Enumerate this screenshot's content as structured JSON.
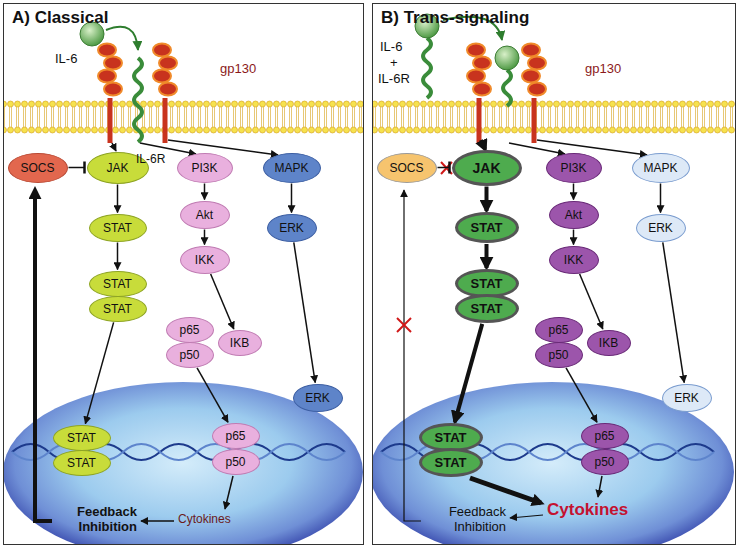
{
  "diagram": {
    "nodes": [
      {
        "text": [
          "A) Classical"
        ]
      },
      {
        "text": [
          "SOCS"
        ],
        "in": 0
      },
      {
        "text": [
          "JAK"
        ],
        "in": 0
      },
      {
        "text": [
          "STAT"
        ],
        "in": 0
      },
      {
        "text": [
          "STAT"
        ],
        "in": 0
      },
      {
        "text": [
          "STAT"
        ],
        "in": 0
      },
      {
        "text": [
          "PI3K"
        ],
        "in": 0
      },
      {
        "text": [
          "Akt"
        ],
        "in": 0
      },
      {
        "text": [
          "IKK"
        ],
        "in": 0
      },
      {
        "text": [
          "p65"
        ],
        "in": 0
      },
      {
        "text": [
          "p50"
        ],
        "in": 0
      },
      {
        "text": [
          "IKB"
        ],
        "in": 0
      },
      {
        "text": [
          "MAPK"
        ],
        "in": 0
      },
      {
        "text": [
          "ERK"
        ],
        "in": 0
      },
      {
        "text": [
          "ERK"
        ],
        "in": 0
      },
      {
        "text": [
          "STAT"
        ],
        "in": 0
      },
      {
        "text": [
          "STAT"
        ],
        "in": 0
      },
      {
        "text": [
          "p65"
        ],
        "in": 0
      },
      {
        "text": [
          "p50"
        ],
        "in": 0
      },
      {
        "text": [
          "B) Trans-signaling"
        ]
      },
      {
        "text": [
          "SOCS"
        ],
        "in": 19
      },
      {
        "text": [
          "JAK"
        ],
        "in": 19
      },
      {
        "text": [
          "STAT"
        ],
        "in": 19
      },
      {
        "text": [
          "STAT"
        ],
        "in": 19
      },
      {
        "text": [
          "STAT"
        ],
        "in": 19
      },
      {
        "text": [
          "PI3K"
        ],
        "in": 19
      },
      {
        "text": [
          "Akt"
        ],
        "in": 19
      },
      {
        "text": [
          "IKK"
        ],
        "in": 19
      },
      {
        "text": [
          "p65"
        ],
        "in": 19
      },
      {
        "text": [
          "p50"
        ],
        "in": 19
      },
      {
        "text": [
          "IKB"
        ],
        "in": 19
      },
      {
        "text": [
          "MAPK"
        ],
        "in": 19
      },
      {
        "text": [
          "ERK"
        ],
        "in": 19
      },
      {
        "text": [
          "ERK"
        ],
        "in": 19
      },
      {
        "text": [
          "STAT"
        ],
        "in": 19
      },
      {
        "text": [
          "STAT"
        ],
        "in": 19
      },
      {
        "text": [
          "p65"
        ],
        "in": 19
      },
      {
        "text": [
          "p50"
        ],
        "in": 19
      }
    ],
    "edges": [
      {
        "from": 1,
        "to": 2,
        "arrow": "to"
      },
      {
        "from": 2,
        "to": 3,
        "arrow": "to"
      },
      {
        "from": 3,
        "to": 4,
        "arrow": "to"
      },
      {
        "from": 5,
        "to": 15,
        "arrow": "to"
      },
      {
        "from": 6,
        "to": 7,
        "arrow": "to"
      },
      {
        "from": 7,
        "to": 8,
        "arrow": "to"
      },
      {
        "from": 8,
        "to": 11,
        "arrow": "to"
      },
      {
        "from": 10,
        "to": 17,
        "arrow": "to"
      },
      {
        "from": 12,
        "to": 13,
        "arrow": "to"
      },
      {
        "from": 13,
        "to": 14,
        "arrow": "to"
      },
      {
        "from": 20,
        "to": 21,
        "arrow": "to"
      },
      {
        "from": 21,
        "to": 22,
        "arrow": "to"
      },
      {
        "from": 22,
        "to": 23,
        "arrow": "to"
      },
      {
        "from": 24,
        "to": 34,
        "arrow": "to"
      },
      {
        "from": 25,
        "to": 26,
        "arrow": "to"
      },
      {
        "from": 26,
        "to": 27,
        "arrow": "to"
      },
      {
        "from": 27,
        "to": 30,
        "arrow": "to"
      },
      {
        "from": 29,
        "to": 36,
        "arrow": "to"
      },
      {
        "from": 31,
        "to": 32,
        "arrow": "to"
      },
      {
        "from": 32,
        "to": 33,
        "arrow": "to"
      }
    ],
    "labels": [
      "IL-6",
      "gp130",
      "IL-6R",
      "Feedback Inhibition",
      "Cytokines",
      "IL-6",
      "+",
      "IL-6R",
      "gp130",
      "Feedback Inhibition",
      "Cytokines"
    ]
  }
}
